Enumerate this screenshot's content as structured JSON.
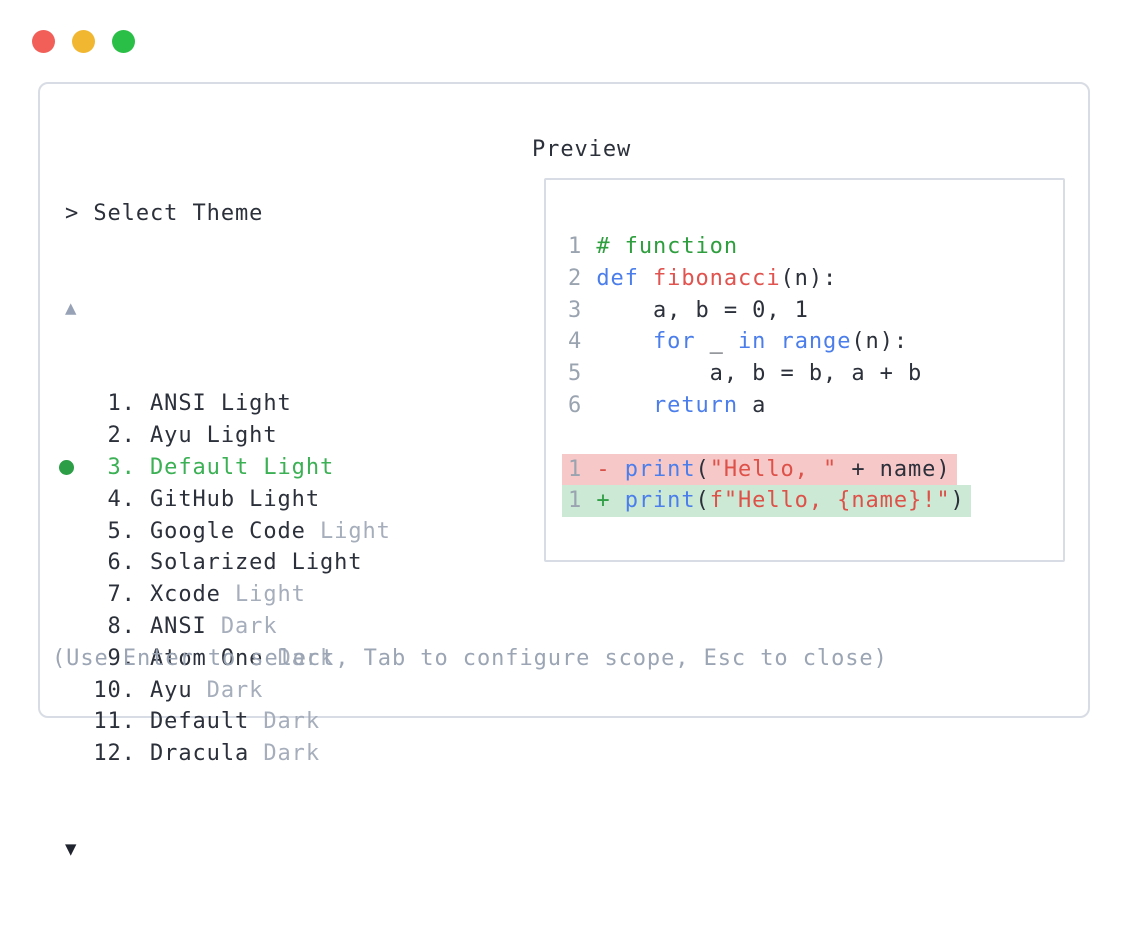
{
  "window": {
    "traffic_lights": [
      {
        "name": "close",
        "color": "#f25f58"
      },
      {
        "name": "minimize",
        "color": "#f2b731"
      },
      {
        "name": "maximize",
        "color": "#2abf46"
      }
    ]
  },
  "selector": {
    "prompt": "> Select Theme",
    "scroll_up_symbol": "▲",
    "scroll_down_symbol": "▼",
    "items": [
      {
        "number": "1.",
        "name": "ANSI Light",
        "dim": "",
        "selected": false
      },
      {
        "number": "2.",
        "name": "Ayu Light",
        "dim": "",
        "selected": false
      },
      {
        "number": "3.",
        "name": "Default Light",
        "dim": "",
        "selected": true
      },
      {
        "number": "4.",
        "name": "GitHub Light",
        "dim": "",
        "selected": false
      },
      {
        "number": "5.",
        "name": "Google Code",
        "dim": "Light",
        "selected": false
      },
      {
        "number": "6.",
        "name": "Solarized Light",
        "dim": "",
        "selected": false
      },
      {
        "number": "7.",
        "name": "Xcode",
        "dim": "Light",
        "selected": false
      },
      {
        "number": "8.",
        "name": "ANSI",
        "dim": "Dark",
        "selected": false
      },
      {
        "number": "9.",
        "name": "Atom One",
        "dim": "Dark",
        "selected": false
      },
      {
        "number": "10.",
        "name": "Ayu",
        "dim": "Dark",
        "selected": false
      },
      {
        "number": "11.",
        "name": "Default",
        "dim": "Dark",
        "selected": false
      },
      {
        "number": "12.",
        "name": "Dracula",
        "dim": "Dark",
        "selected": false
      }
    ],
    "footer_hint": "(Use Enter to select, Tab to configure scope, Esc to close)"
  },
  "preview": {
    "title": "Preview",
    "code_lines": [
      {
        "number": "1",
        "tokens": [
          {
            "t": "c",
            "x": "# function"
          }
        ]
      },
      {
        "number": "2",
        "tokens": [
          {
            "t": "k",
            "x": "def"
          },
          {
            "t": "p",
            "x": " "
          },
          {
            "t": "f",
            "x": "fibonacci"
          },
          {
            "t": "p",
            "x": "(n):"
          }
        ]
      },
      {
        "number": "3",
        "tokens": [
          {
            "t": "p",
            "x": "    a, b = 0, 1"
          }
        ]
      },
      {
        "number": "4",
        "tokens": [
          {
            "t": "p",
            "x": "    "
          },
          {
            "t": "k",
            "x": "for"
          },
          {
            "t": "p",
            "x": " _ "
          },
          {
            "t": "k",
            "x": "in"
          },
          {
            "t": "p",
            "x": " "
          },
          {
            "t": "k",
            "x": "range"
          },
          {
            "t": "p",
            "x": "(n):"
          }
        ]
      },
      {
        "number": "5",
        "tokens": [
          {
            "t": "p",
            "x": "        a, b = b, a + b"
          }
        ]
      },
      {
        "number": "6",
        "tokens": [
          {
            "t": "p",
            "x": "    "
          },
          {
            "t": "k",
            "x": "return"
          },
          {
            "t": "p",
            "x": " a"
          }
        ]
      }
    ],
    "diff_lines": [
      {
        "number": "1",
        "kind": "removed",
        "tokens": [
          {
            "t": "minus",
            "x": "- "
          },
          {
            "t": "k",
            "x": "print"
          },
          {
            "t": "p",
            "x": "("
          },
          {
            "t": "s",
            "x": "\"Hello, \""
          },
          {
            "t": "p",
            "x": " + name)"
          }
        ]
      },
      {
        "number": "1",
        "kind": "added",
        "tokens": [
          {
            "t": "plus",
            "x": "+ "
          },
          {
            "t": "k",
            "x": "print"
          },
          {
            "t": "p",
            "x": "("
          },
          {
            "t": "s",
            "x": "f\"Hello, {name}!\""
          },
          {
            "t": "p",
            "x": ")"
          }
        ]
      }
    ]
  },
  "colors": {
    "text_dark": "#2b303a",
    "dim_gray": "#a6aebc",
    "border_gray": "#d8dce4",
    "selected_green": "#3bb054",
    "dot_green": "#2b9e46",
    "keyword_blue": "#4b7eeb",
    "function_red": "#e0534e",
    "string_red": "#dd5149",
    "comment_green": "#2e9e3e",
    "line_number_gray": "#9aa3b0",
    "diff_removed_bg": "#f7c8c8",
    "diff_added_bg": "#cbe9d4",
    "diff_minus_red": "#d8504a",
    "diff_plus_green": "#2f9e44",
    "arrow_up_gray": "#97a2b6",
    "arrow_down_dark": "#20242e",
    "footer_gray": "#9ba5b4",
    "traffic_red": "#f25f58",
    "traffic_yellow": "#f2b731",
    "traffic_green": "#2abf46"
  }
}
